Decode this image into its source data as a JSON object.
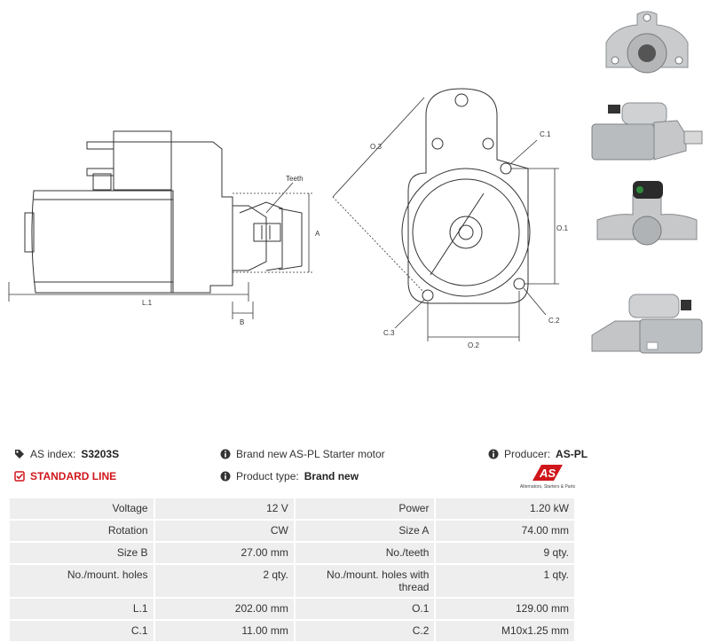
{
  "drawing": {
    "labels": {
      "teeth": "Teeth",
      "a": "A",
      "b": "B",
      "l1": "L.1",
      "o3": "O.3",
      "c1": "C.1",
      "o1": "O.1",
      "c2": "C.2",
      "c3": "C.3",
      "o2": "O.2"
    }
  },
  "info": {
    "as_index_label": "AS index:",
    "as_index_value": "S3203S",
    "line_label": "STANDARD LINE",
    "description": "Brand new AS-PL Starter motor",
    "product_type_label": "Product type:",
    "product_type_value": "Brand new",
    "producer_label": "Producer:",
    "producer_value": "AS-PL",
    "logo_text": "AS",
    "logo_tagline": "Alternators, Starters & Parts"
  },
  "specs": [
    [
      "Voltage",
      "12 V",
      "Power",
      "1.20 kW"
    ],
    [
      "Rotation",
      "CW",
      "Size A",
      "74.00 mm"
    ],
    [
      "Size B",
      "27.00 mm",
      "No./teeth",
      "9 qty."
    ],
    [
      "No./mount. holes",
      "2 qty.",
      "No./mount. holes with thread",
      "1 qty."
    ],
    [
      "L.1",
      "202.00 mm",
      "O.1",
      "129.00 mm"
    ],
    [
      "C.1",
      "11.00 mm",
      "C.2",
      "M10x1.25 mm"
    ]
  ],
  "colors": {
    "accent": "#d0161b",
    "cell_bg": "#eeeeee",
    "line": "#333333"
  },
  "icons": [
    "tag-icon",
    "check-square-icon",
    "info-icon"
  ]
}
